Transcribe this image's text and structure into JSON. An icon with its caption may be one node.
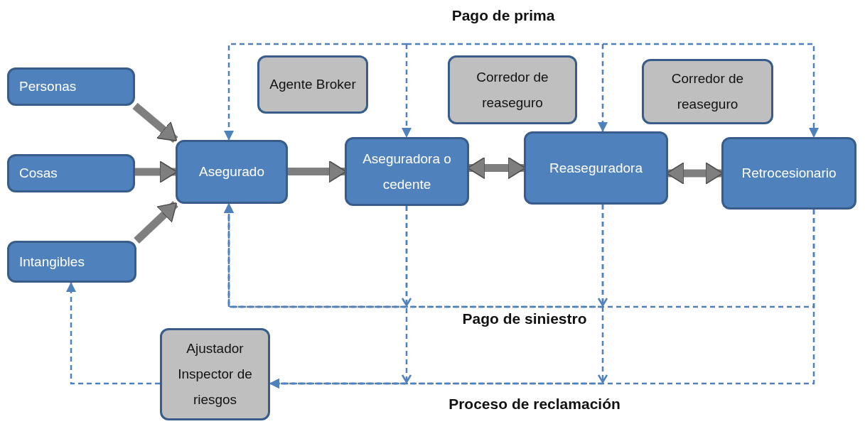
{
  "diagram": {
    "nodes": [
      {
        "text": [
          "Personas"
        ]
      },
      {
        "text": [
          "Cosas"
        ]
      },
      {
        "text": [
          "Intangibles"
        ]
      },
      {
        "text": [
          "Asegurado"
        ]
      },
      {
        "text": [
          "Agente Broker"
        ]
      },
      {
        "text": [
          "Aseguradora o cedente"
        ]
      },
      {
        "text": [
          "Corredor de reaseguro"
        ]
      },
      {
        "text": [
          "Reaseguradora"
        ]
      },
      {
        "text": [
          "Corredor de reaseguro"
        ]
      },
      {
        "text": [
          "Retrocesionario"
        ]
      },
      {
        "text": [
          "Ajustador Inspector de riesgos"
        ]
      }
    ],
    "edges": [
      {
        "from": 0,
        "to": 3,
        "arrow": "to",
        "style": "thick",
        "color": "#7f7f7f"
      },
      {
        "from": 1,
        "to": 3,
        "arrow": "to",
        "style": "thick",
        "color": "#7f7f7f"
      },
      {
        "from": 2,
        "to": 3,
        "arrow": "to",
        "style": "thick",
        "color": "#7f7f7f"
      },
      {
        "from": 3,
        "to": 5,
        "arrow": "to",
        "style": "thick",
        "color": "#7f7f7f"
      },
      {
        "from": 5,
        "to": 7,
        "arrow": "both",
        "style": "thick",
        "color": "#7f7f7f"
      },
      {
        "from": 7,
        "to": 9,
        "arrow": "both",
        "style": "thick",
        "color": "#7f7f7f"
      },
      {
        "from": null,
        "to": 3,
        "arrow": "to",
        "style": "dashed"
      },
      {
        "from": null,
        "to": 5,
        "arrow": "to",
        "style": "dashed"
      },
      {
        "from": null,
        "to": 7,
        "arrow": "to",
        "style": "dashed"
      },
      {
        "from": null,
        "to": 9,
        "arrow": "to",
        "style": "dashed"
      },
      {
        "from": 5,
        "to": 3,
        "arrow": "to",
        "style": "dashed"
      },
      {
        "from": 7,
        "to": 3,
        "arrow": "to",
        "style": "dashed"
      },
      {
        "from": 9,
        "to": 3,
        "arrow": "to",
        "style": "dashed"
      },
      {
        "from": 5,
        "to": 10,
        "arrow": "to",
        "style": "dashed"
      },
      {
        "from": 7,
        "to": 10,
        "arrow": "to",
        "style": "dashed"
      },
      {
        "from": 9,
        "to": 10,
        "arrow": "to",
        "style": "dashed"
      },
      {
        "from": 10,
        "to": 2,
        "arrow": "to",
        "style": "dashed"
      }
    ],
    "labels": [
      "Pago de prima",
      "Pago de siniestro",
      "Proceso de reclamación"
    ]
  }
}
